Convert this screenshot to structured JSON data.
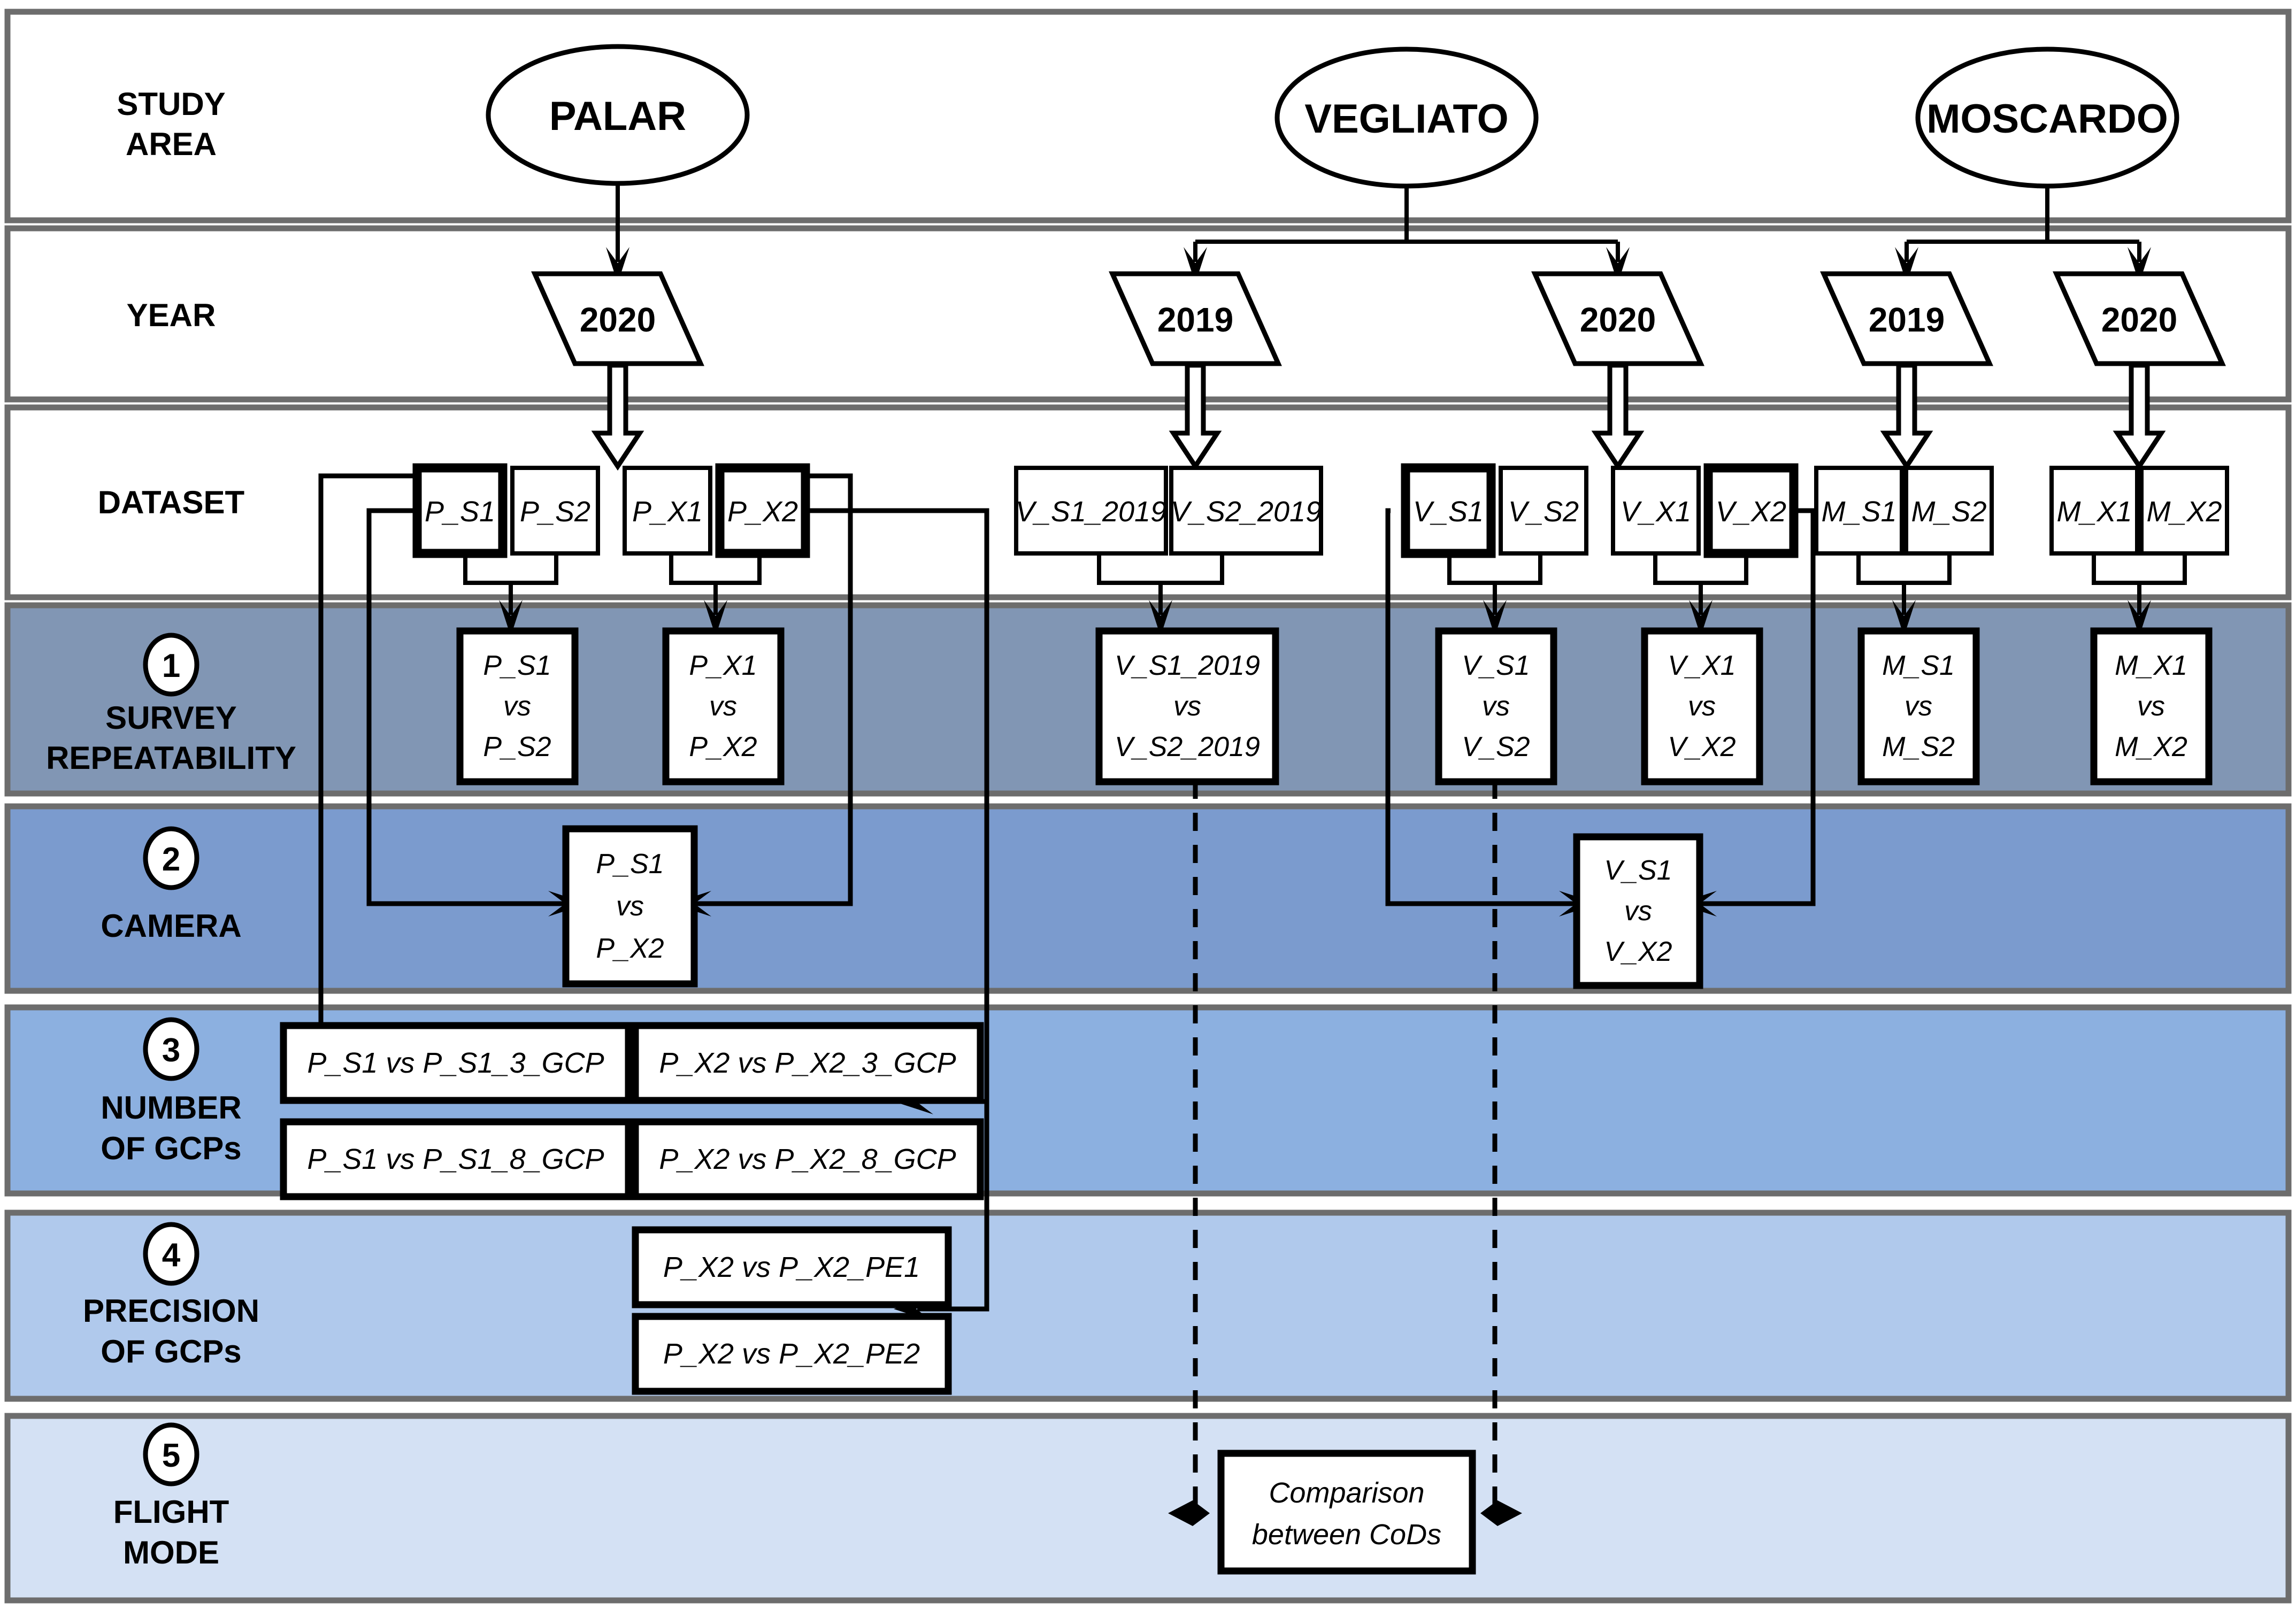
{
  "diagram": {
    "title": "Study workflow of UAV survey comparisons",
    "colors": {
      "band_border": "#6d6d6d",
      "band1_fill": "#8196b4",
      "band2_fill": "#7b9bce",
      "band3_fill": "#8cb0e0",
      "band4_fill": "#b0c9ec",
      "band5_fill": "#d4e1f4",
      "band_white_fill": "#ffffff",
      "stroke": "#000000"
    },
    "bands": [
      {
        "id": "study-area",
        "label_lines": [
          "STUDY",
          "AREA"
        ],
        "number": "",
        "fill": "#ffffff"
      },
      {
        "id": "year",
        "label_lines": [
          "YEAR"
        ],
        "number": "",
        "fill": "#ffffff"
      },
      {
        "id": "dataset",
        "label_lines": [
          "DATASET"
        ],
        "number": "",
        "fill": "#ffffff"
      },
      {
        "id": "survey-repeatability",
        "label_lines": [
          "SURVEY",
          "REPEATABILITY"
        ],
        "number": "1",
        "fill": "#8196b4"
      },
      {
        "id": "camera",
        "label_lines": [
          "CAMERA"
        ],
        "number": "2",
        "fill": "#7b9bce"
      },
      {
        "id": "number-of-gcps",
        "label_lines": [
          "NUMBER",
          "OF GCPs"
        ],
        "number": "3",
        "fill": "#8cb0e0"
      },
      {
        "id": "precision-of-gcps",
        "label_lines": [
          "PRECISION",
          "OF GCPs"
        ],
        "number": "4",
        "fill": "#b0c9ec"
      },
      {
        "id": "flight-mode",
        "label_lines": [
          "FLIGHT",
          "MODE"
        ],
        "number": "5",
        "fill": "#d4e1f4"
      }
    ],
    "study_areas": [
      {
        "id": "palar",
        "label": "PALAR"
      },
      {
        "id": "vegliato",
        "label": "VEGLIATO"
      },
      {
        "id": "moscardo",
        "label": "MOSCARDO"
      }
    ],
    "years": [
      {
        "id": "palar-2020",
        "label": "2020",
        "area": "PALAR"
      },
      {
        "id": "vegliato-2019",
        "label": "2019",
        "area": "VEGLIATO"
      },
      {
        "id": "vegliato-2020",
        "label": "2020",
        "area": "VEGLIATO"
      },
      {
        "id": "moscardo-2019",
        "label": "2019",
        "area": "MOSCARDO"
      },
      {
        "id": "moscardo-2020",
        "label": "2020",
        "area": "MOSCARDO"
      }
    ],
    "datasets": [
      {
        "id": "p-s1",
        "label": "P_S1",
        "highlighted": true
      },
      {
        "id": "p-s2",
        "label": "P_S2",
        "highlighted": false
      },
      {
        "id": "p-x1",
        "label": "P_X1",
        "highlighted": false
      },
      {
        "id": "p-x2",
        "label": "P_X2",
        "highlighted": true
      },
      {
        "id": "v-s1-2019",
        "label": "V_S1_2019",
        "highlighted": false
      },
      {
        "id": "v-s2-2019",
        "label": "V_S2_2019",
        "highlighted": false
      },
      {
        "id": "v-s1",
        "label": "V_S1",
        "highlighted": true
      },
      {
        "id": "v-s2",
        "label": "V_S2",
        "highlighted": false
      },
      {
        "id": "v-x1",
        "label": "V_X1",
        "highlighted": false
      },
      {
        "id": "v-x2",
        "label": "V_X2",
        "highlighted": true
      },
      {
        "id": "m-s1",
        "label": "M_S1",
        "highlighted": false
      },
      {
        "id": "m-s2",
        "label": "M_S2",
        "highlighted": false
      },
      {
        "id": "m-x1",
        "label": "M_X1",
        "highlighted": false
      },
      {
        "id": "m-x2",
        "label": "M_X2",
        "highlighted": false
      }
    ],
    "survey_repeatability": [
      {
        "id": "sr-p-s",
        "lines": [
          "P_S1",
          "vs",
          "P_S2"
        ]
      },
      {
        "id": "sr-p-x",
        "lines": [
          "P_X1",
          "vs",
          "P_X2"
        ]
      },
      {
        "id": "sr-v-2019",
        "lines": [
          "V_S1_2019",
          "vs",
          "V_S2_2019"
        ]
      },
      {
        "id": "sr-v-s",
        "lines": [
          "V_S1",
          "vs",
          "V_S2"
        ]
      },
      {
        "id": "sr-v-x",
        "lines": [
          "V_X1",
          "vs",
          "V_X2"
        ]
      },
      {
        "id": "sr-m-s",
        "lines": [
          "M_S1",
          "vs",
          "M_S2"
        ]
      },
      {
        "id": "sr-m-x",
        "lines": [
          "M_X1",
          "vs",
          "M_X2"
        ]
      }
    ],
    "camera": [
      {
        "id": "cam-p",
        "lines": [
          "P_S1",
          "vs",
          "P_X2"
        ]
      },
      {
        "id": "cam-v",
        "lines": [
          "V_S1",
          "vs",
          "V_X2"
        ]
      }
    ],
    "number_of_gcps": [
      {
        "id": "gcp-ps1-3",
        "label": "P_S1 vs P_S1_3_GCP"
      },
      {
        "id": "gcp-px2-3",
        "label": "P_X2 vs P_X2_3_GCP"
      },
      {
        "id": "gcp-ps1-8",
        "label": "P_S1 vs P_S1_8_GCP"
      },
      {
        "id": "gcp-px2-8",
        "label": "P_X2 vs P_X2_8_GCP"
      }
    ],
    "precision_of_gcps": [
      {
        "id": "pe1",
        "label": "P_X2 vs P_X2_PE1"
      },
      {
        "id": "pe2",
        "label": "P_X2 vs P_X2_PE2"
      }
    ],
    "flight_mode": [
      {
        "id": "cods",
        "lines": [
          "Comparison",
          "between CoDs"
        ]
      }
    ]
  }
}
